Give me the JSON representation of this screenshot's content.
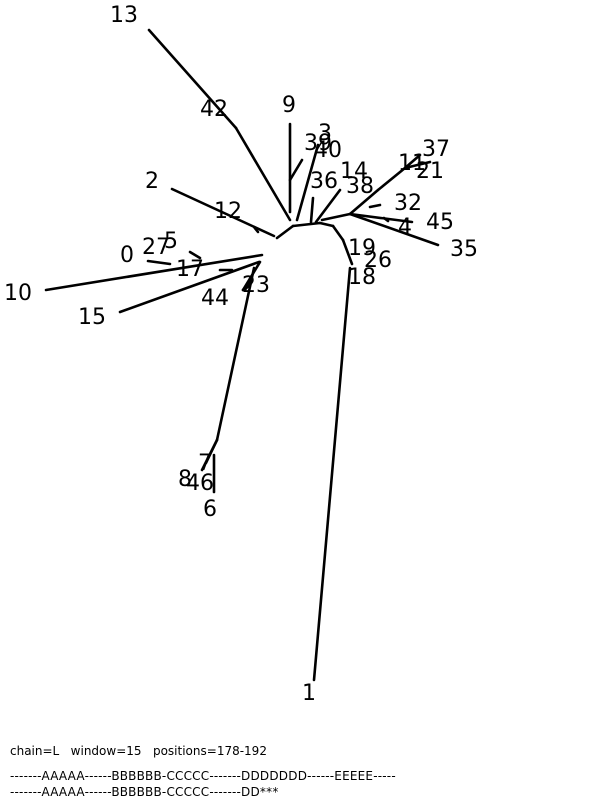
{
  "tree": {
    "leaf_labels": [
      "0",
      "1",
      "2",
      "3",
      "4",
      "5",
      "6",
      "7",
      "8",
      "9",
      "10",
      "11",
      "12",
      "13",
      "14",
      "15",
      "17",
      "18",
      "19",
      "21",
      "23",
      "26",
      "27",
      "32",
      "35",
      "36",
      "37",
      "38",
      "39",
      "40",
      "42",
      "44",
      "45",
      "46"
    ]
  },
  "footer": {
    "caption": "chain=L   window=15   positions=178-192",
    "sequence_lines": [
      "-------AAAAA------BBBBBB-CCCCC-------DDDDDDD------EEEEE-----",
      "-------AAAAA------BBBBBB-CCCCC-------DD***"
    ]
  }
}
